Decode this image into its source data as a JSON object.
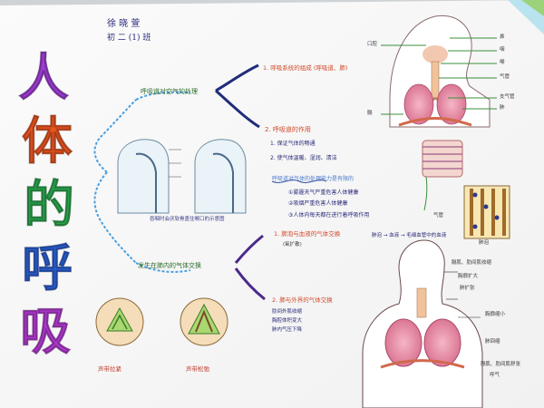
{
  "poster": {
    "title_chars": [
      "人",
      "体",
      "的",
      "呼",
      "吸"
    ],
    "title_colors": [
      "#9c3bd0",
      "#e8531f",
      "#2aa64d",
      "#2b5fd0",
      "#b23ad0"
    ],
    "author": "徐 晓 萱",
    "class_name": "初 二 (1) 班"
  },
  "branches": {
    "upper_main": "呼吸道对空气的处理",
    "lower_main": "发生在肺内的气体交换",
    "b1": "1. 呼吸系统的组成 (呼吸道、肺)",
    "b2": "2. 呼吸道的作用",
    "b2_items": [
      "1. 保证气体的畅通",
      "2. 使气体温暖、湿润、清洁"
    ],
    "b2_note": "呼吸道对气体的处理能力是有限的",
    "b2_lines": [
      "①雾霾天气严重危害人体健康",
      "②吸烟严重危害人体健康",
      "③人体内每天都在进行着呼吸作用"
    ],
    "b3": "1. 肺泡与血液的气体交换",
    "b3_sub": "(氧扩散)",
    "b3_formula": "肺泡 → 血液 → 毛细血管中的血液",
    "b4": "2. 肺与外界的气体交换",
    "b4_lines": [
      "肋间外肌收缩",
      "胸腔体积变大",
      "肺内气压下降"
    ],
    "mid_caption": "吞咽时会厌软骨盖住喉口的示意图"
  },
  "labels": {
    "organs": [
      "鼻",
      "咽",
      "喉",
      "气管",
      "支气管",
      "肺"
    ],
    "left_organs": [
      "口腔",
      "膈"
    ],
    "alveolus": "肺泡",
    "bronchi": "气管",
    "vocal_left": "声带拉紧",
    "vocal_right": "声带松弛",
    "right_notes": [
      "膈肌、肋间肌收缩",
      "胸廓扩大",
      "肺扩张",
      "胸廓缩小",
      "肺回缩",
      "膈肌、肋间肌舒张",
      "呼气"
    ]
  }
}
